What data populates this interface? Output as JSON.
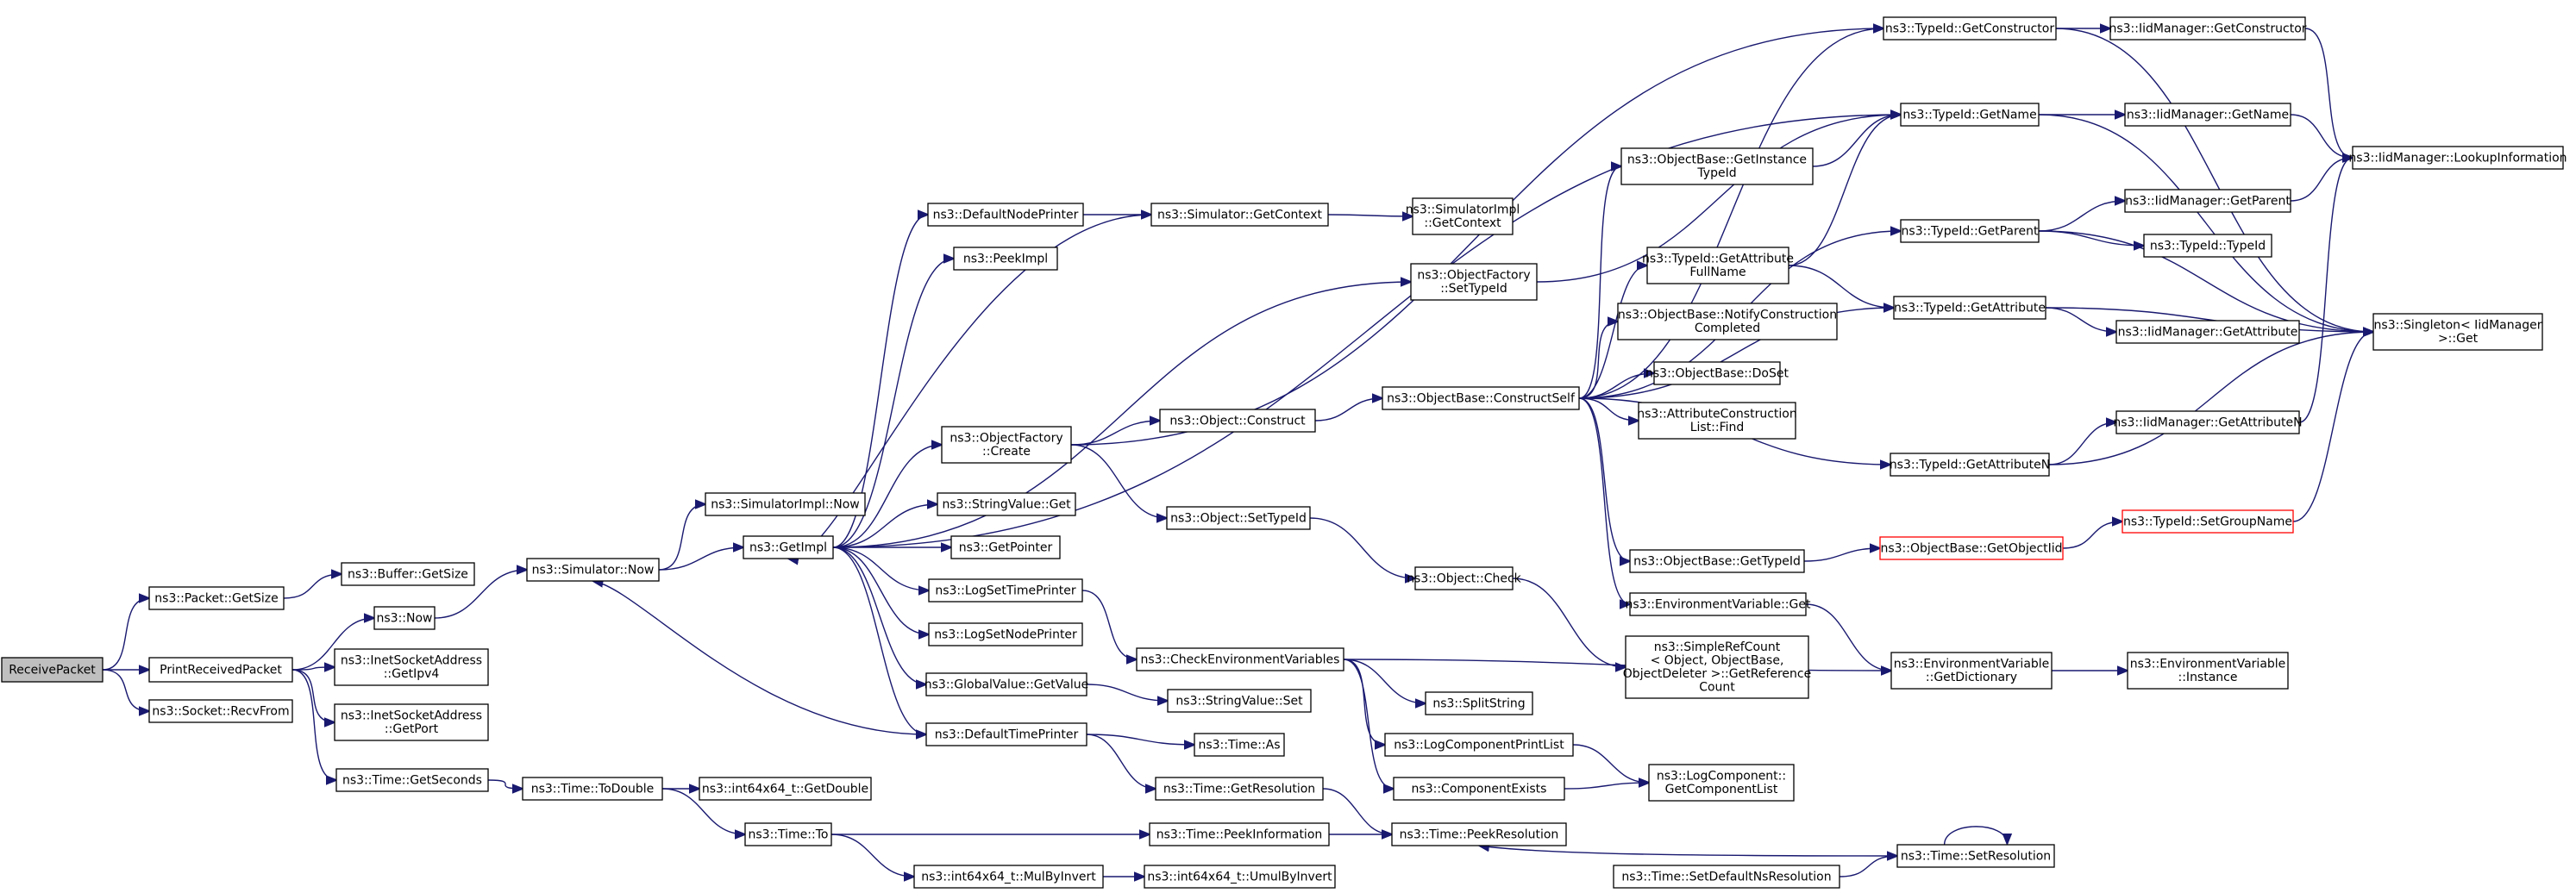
{
  "graph": {
    "root_fill": "#bfbfbf",
    "edge_color": "#191970",
    "highlight_border": "#ff0000",
    "nodes": [
      {
        "id": "receive",
        "lines": [
          "ReceivePacket"
        ],
        "style": "root"
      },
      {
        "id": "pkt_getsize",
        "lines": [
          "ns3::Packet::GetSize"
        ]
      },
      {
        "id": "print_recv",
        "lines": [
          "PrintReceivedPacket"
        ]
      },
      {
        "id": "sock_recvfrom",
        "lines": [
          "ns3::Socket::RecvFrom"
        ]
      },
      {
        "id": "buf_getsize",
        "lines": [
          "ns3::Buffer::GetSize"
        ]
      },
      {
        "id": "ns3_now",
        "lines": [
          "ns3::Now"
        ]
      },
      {
        "id": "inet_getipv4",
        "lines": [
          "ns3::InetSocketAddress",
          "::GetIpv4"
        ]
      },
      {
        "id": "inet_getport",
        "lines": [
          "ns3::InetSocketAddress",
          "::GetPort"
        ]
      },
      {
        "id": "time_getseconds",
        "lines": [
          "ns3::Time::GetSeconds"
        ]
      },
      {
        "id": "sim_now",
        "lines": [
          "ns3::Simulator::Now"
        ]
      },
      {
        "id": "time_todouble",
        "lines": [
          "ns3::Time::ToDouble"
        ]
      },
      {
        "id": "simimpl_now",
        "lines": [
          "ns3::SimulatorImpl::Now"
        ]
      },
      {
        "id": "getimpl",
        "lines": [
          "ns3::GetImpl"
        ]
      },
      {
        "id": "int64_getdouble",
        "lines": [
          "ns3::int64x64_t::GetDouble"
        ]
      },
      {
        "id": "time_to",
        "lines": [
          "ns3::Time::To"
        ]
      },
      {
        "id": "int64_mulbyinvert",
        "lines": [
          "ns3::int64x64_t::MulByInvert"
        ]
      },
      {
        "id": "default_node_printer",
        "lines": [
          "ns3::DefaultNodePrinter"
        ]
      },
      {
        "id": "peekimpl",
        "lines": [
          "ns3::PeekImpl"
        ]
      },
      {
        "id": "objfactory_create",
        "lines": [
          "ns3::ObjectFactory",
          "::Create"
        ]
      },
      {
        "id": "stringvalue_get",
        "lines": [
          "ns3::StringValue::Get"
        ]
      },
      {
        "id": "getpointer",
        "lines": [
          "ns3::GetPointer"
        ]
      },
      {
        "id": "logsettimeprinter",
        "lines": [
          "ns3::LogSetTimePrinter"
        ]
      },
      {
        "id": "logsetnodeprinter",
        "lines": [
          "ns3::LogSetNodePrinter"
        ]
      },
      {
        "id": "globalvalue_getvalue",
        "lines": [
          "ns3::GlobalValue::GetValue"
        ]
      },
      {
        "id": "default_time_printer",
        "lines": [
          "ns3::DefaultTimePrinter"
        ]
      },
      {
        "id": "sim_getcontext",
        "lines": [
          "ns3::Simulator::GetContext"
        ]
      },
      {
        "id": "simimpl_getcontext",
        "lines": [
          "ns3::SimulatorImpl",
          "::GetContext"
        ]
      },
      {
        "id": "objfactory_settypeid",
        "lines": [
          "ns3::ObjectFactory",
          "::SetTypeId"
        ]
      },
      {
        "id": "object_construct",
        "lines": [
          "ns3::Object::Construct"
        ]
      },
      {
        "id": "object_settypeid",
        "lines": [
          "ns3::Object::SetTypeId"
        ]
      },
      {
        "id": "object_check",
        "lines": [
          "ns3::Object::Check"
        ]
      },
      {
        "id": "check_env_vars",
        "lines": [
          "ns3::CheckEnvironmentVariables"
        ]
      },
      {
        "id": "stringvalue_set",
        "lines": [
          "ns3::StringValue::Set"
        ]
      },
      {
        "id": "time_as",
        "lines": [
          "ns3::Time::As"
        ]
      },
      {
        "id": "time_getresolution",
        "lines": [
          "ns3::Time::GetResolution"
        ]
      },
      {
        "id": "time_peekinformation",
        "lines": [
          "ns3::Time::PeekInformation"
        ]
      },
      {
        "id": "int64_umulbyinvert",
        "lines": [
          "ns3::int64x64_t::UmulByInvert"
        ]
      },
      {
        "id": "objbase_constructself",
        "lines": [
          "ns3::ObjectBase::ConstructSelf"
        ]
      },
      {
        "id": "objbase_getinstancetypeid",
        "lines": [
          "ns3::ObjectBase::GetInstance",
          "TypeId"
        ]
      },
      {
        "id": "typeid_getattrfullname",
        "lines": [
          "ns3::TypeId::GetAttribute",
          "FullName"
        ]
      },
      {
        "id": "objbase_notifyconstruction",
        "lines": [
          "ns3::ObjectBase::NotifyConstruction",
          "Completed"
        ]
      },
      {
        "id": "objbase_doset",
        "lines": [
          "ns3::ObjectBase::DoSet"
        ]
      },
      {
        "id": "attrconstruction_find",
        "lines": [
          "ns3::AttributeConstruction",
          "List::Find"
        ]
      },
      {
        "id": "objbase_gettypeid",
        "lines": [
          "ns3::ObjectBase::GetTypeId"
        ]
      },
      {
        "id": "envvar_get",
        "lines": [
          "ns3::EnvironmentVariable::Get"
        ]
      },
      {
        "id": "simplerefcount",
        "lines": [
          "ns3::SimpleRefCount",
          "< Object, ObjectBase,",
          "ObjectDeleter >::GetReference",
          "Count"
        ]
      },
      {
        "id": "splitstring",
        "lines": [
          "ns3::SplitString"
        ]
      },
      {
        "id": "logcomponentprintlist",
        "lines": [
          "ns3::LogComponentPrintList"
        ]
      },
      {
        "id": "componentexists",
        "lines": [
          "ns3::ComponentExists"
        ]
      },
      {
        "id": "time_peekresolution",
        "lines": [
          "ns3::Time::PeekResolution"
        ]
      },
      {
        "id": "time_setdefaultns",
        "lines": [
          "ns3::Time::SetDefaultNsResolution"
        ]
      },
      {
        "id": "typeid_getconstructor",
        "lines": [
          "ns3::TypeId::GetConstructor"
        ]
      },
      {
        "id": "typeid_getname",
        "lines": [
          "ns3::TypeId::GetName"
        ]
      },
      {
        "id": "typeid_getparent",
        "lines": [
          "ns3::TypeId::GetParent"
        ]
      },
      {
        "id": "typeid_getattribute",
        "lines": [
          "ns3::TypeId::GetAttribute"
        ]
      },
      {
        "id": "typeid_getattributen",
        "lines": [
          "ns3::TypeId::GetAttributeN"
        ]
      },
      {
        "id": "objbase_getobjectiid",
        "lines": [
          "ns3::ObjectBase::GetObjectIid"
        ],
        "style": "red"
      },
      {
        "id": "envvar_getdictionary",
        "lines": [
          "ns3::EnvironmentVariable",
          "::GetDictionary"
        ]
      },
      {
        "id": "logcomponent_getlist",
        "lines": [
          "ns3::LogComponent::",
          "GetComponentList"
        ]
      },
      {
        "id": "time_setresolution",
        "lines": [
          "ns3::Time::SetResolution"
        ]
      },
      {
        "id": "iid_getconstructor",
        "lines": [
          "ns3::IidManager::GetConstructor"
        ]
      },
      {
        "id": "iid_getname",
        "lines": [
          "ns3::IidManager::GetName"
        ]
      },
      {
        "id": "iid_getparent",
        "lines": [
          "ns3::IidManager::GetParent"
        ]
      },
      {
        "id": "typeid_typeid",
        "lines": [
          "ns3::TypeId::TypeId"
        ]
      },
      {
        "id": "iid_getattribute",
        "lines": [
          "ns3::IidManager::GetAttribute"
        ]
      },
      {
        "id": "iid_getattributen",
        "lines": [
          "ns3::IidManager::GetAttributeN"
        ]
      },
      {
        "id": "typeid_setgroupname",
        "lines": [
          "ns3::TypeId::SetGroupName"
        ],
        "style": "red"
      },
      {
        "id": "envvar_instance",
        "lines": [
          "ns3::EnvironmentVariable",
          "::Instance"
        ]
      },
      {
        "id": "iid_lookupinformation",
        "lines": [
          "ns3::IidManager::LookupInformation"
        ]
      },
      {
        "id": "singleton_get",
        "lines": [
          "ns3::Singleton< IidManager",
          ">::Get"
        ]
      }
    ],
    "edges": [
      [
        "receive",
        "pkt_getsize"
      ],
      [
        "receive",
        "print_recv"
      ],
      [
        "receive",
        "sock_recvfrom"
      ],
      [
        "pkt_getsize",
        "buf_getsize"
      ],
      [
        "print_recv",
        "ns3_now"
      ],
      [
        "print_recv",
        "inet_getipv4"
      ],
      [
        "print_recv",
        "inet_getport"
      ],
      [
        "print_recv",
        "time_getseconds"
      ],
      [
        "ns3_now",
        "sim_now"
      ],
      [
        "sim_now",
        "simimpl_now"
      ],
      [
        "sim_now",
        "getimpl"
      ],
      [
        "time_getseconds",
        "time_todouble"
      ],
      [
        "time_todouble",
        "int64_getdouble"
      ],
      [
        "time_todouble",
        "time_to"
      ],
      [
        "time_to",
        "int64_mulbyinvert"
      ],
      [
        "time_to",
        "time_peekinformation"
      ],
      [
        "int64_mulbyinvert",
        "int64_umulbyinvert"
      ],
      [
        "getimpl",
        "default_node_printer"
      ],
      [
        "getimpl",
        "peekimpl"
      ],
      [
        "getimpl",
        "objfactory_create"
      ],
      [
        "getimpl",
        "stringvalue_get"
      ],
      [
        "getimpl",
        "getpointer"
      ],
      [
        "getimpl",
        "logsettimeprinter"
      ],
      [
        "getimpl",
        "logsetnodeprinter"
      ],
      [
        "getimpl",
        "globalvalue_getvalue"
      ],
      [
        "getimpl",
        "default_time_printer"
      ],
      [
        "getimpl",
        "objfactory_settypeid"
      ],
      [
        "getimpl",
        "typeid_getname"
      ],
      [
        "default_node_printer",
        "sim_getcontext"
      ],
      [
        "sim_getcontext",
        "simimpl_getcontext"
      ],
      [
        "sim_getcontext",
        "getimpl"
      ],
      [
        "objfactory_create",
        "object_construct"
      ],
      [
        "objfactory_create",
        "object_settypeid"
      ],
      [
        "objfactory_create",
        "typeid_getconstructor"
      ],
      [
        "object_construct",
        "objbase_constructself"
      ],
      [
        "object_settypeid",
        "object_check"
      ],
      [
        "object_check",
        "simplerefcount"
      ],
      [
        "logsettimeprinter",
        "check_env_vars"
      ],
      [
        "globalvalue_getvalue",
        "stringvalue_set"
      ],
      [
        "default_time_printer",
        "time_as"
      ],
      [
        "default_time_printer",
        "time_getresolution"
      ],
      [
        "default_time_printer",
        "sim_now"
      ],
      [
        "time_getresolution",
        "time_peekresolution"
      ],
      [
        "time_peekinformation",
        "time_peekresolution"
      ],
      [
        "check_env_vars",
        "splitstring"
      ],
      [
        "check_env_vars",
        "logcomponentprintlist"
      ],
      [
        "check_env_vars",
        "componentexists"
      ],
      [
        "check_env_vars",
        "envvar_getdictionary"
      ],
      [
        "logcomponentprintlist",
        "logcomponent_getlist"
      ],
      [
        "componentexists",
        "logcomponent_getlist"
      ],
      [
        "objfactory_settypeid",
        "typeid_getname"
      ],
      [
        "objbase_constructself",
        "objbase_getinstancetypeid"
      ],
      [
        "objbase_constructself",
        "typeid_getattrfullname"
      ],
      [
        "objbase_constructself",
        "objbase_notifyconstruction"
      ],
      [
        "objbase_constructself",
        "objbase_doset"
      ],
      [
        "objbase_constructself",
        "attrconstruction_find"
      ],
      [
        "objbase_constructself",
        "objbase_gettypeid"
      ],
      [
        "objbase_constructself",
        "envvar_get"
      ],
      [
        "objbase_constructself",
        "typeid_getconstructor"
      ],
      [
        "objbase_constructself",
        "typeid_getparent"
      ],
      [
        "objbase_constructself",
        "typeid_getattribute"
      ],
      [
        "objbase_constructself",
        "typeid_getattributen"
      ],
      [
        "objbase_getinstancetypeid",
        "typeid_getname"
      ],
      [
        "typeid_getattrfullname",
        "typeid_getname"
      ],
      [
        "typeid_getattrfullname",
        "typeid_getattribute"
      ],
      [
        "objbase_gettypeid",
        "objbase_getobjectiid"
      ],
      [
        "envvar_get",
        "envvar_getdictionary"
      ],
      [
        "time_setdefaultns",
        "time_setresolution"
      ],
      [
        "time_setresolution",
        "time_peekresolution"
      ],
      [
        "time_setresolution",
        "time_setresolution"
      ],
      [
        "typeid_getconstructor",
        "iid_getconstructor"
      ],
      [
        "typeid_getconstructor",
        "singleton_get"
      ],
      [
        "typeid_getname",
        "iid_getname"
      ],
      [
        "typeid_getname",
        "singleton_get"
      ],
      [
        "typeid_getparent",
        "iid_getparent"
      ],
      [
        "typeid_getparent",
        "typeid_typeid"
      ],
      [
        "typeid_getparent",
        "singleton_get"
      ],
      [
        "typeid_getattribute",
        "iid_getattribute"
      ],
      [
        "typeid_getattribute",
        "singleton_get"
      ],
      [
        "typeid_getattributen",
        "iid_getattributen"
      ],
      [
        "typeid_getattributen",
        "singleton_get"
      ],
      [
        "objbase_getobjectiid",
        "typeid_setgroupname"
      ],
      [
        "envvar_getdictionary",
        "envvar_instance"
      ],
      [
        "iid_getconstructor",
        "iid_lookupinformation"
      ],
      [
        "iid_getname",
        "iid_lookupinformation"
      ],
      [
        "iid_getparent",
        "iid_lookupinformation"
      ],
      [
        "iid_getattributen",
        "iid_lookupinformation"
      ],
      [
        "typeid_setgroupname",
        "singleton_get"
      ]
    ]
  }
}
